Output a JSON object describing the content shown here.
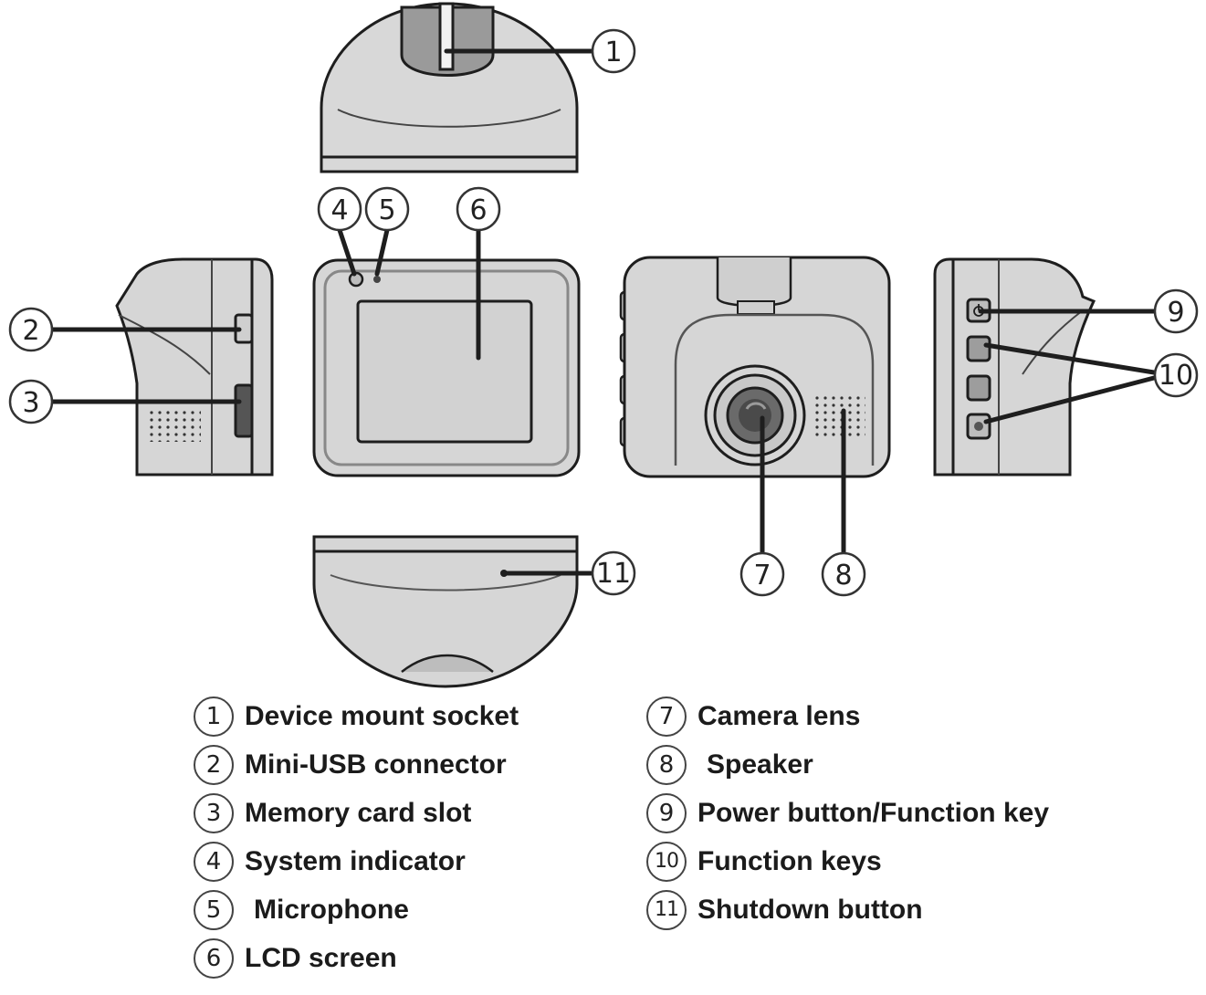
{
  "callouts": [
    "1",
    "2",
    "3",
    "4",
    "5",
    "6",
    "7",
    "8",
    "9",
    "10",
    "11"
  ],
  "legend": {
    "left": [
      {
        "num": "1",
        "label": "Device mount socket"
      },
      {
        "num": "2",
        "label": "Mini-USB connector"
      },
      {
        "num": "3",
        "label": "Memory card slot"
      },
      {
        "num": "4",
        "label": "System indicator"
      },
      {
        "num": "5",
        "label": "Microphone"
      },
      {
        "num": "6",
        "label": "LCD screen"
      }
    ],
    "right": [
      {
        "num": "7",
        "label": "Camera lens"
      },
      {
        "num": "8",
        "label": "Speaker"
      },
      {
        "num": "9",
        "label": "Power button/Function key"
      },
      {
        "num": "10",
        "label": "Function keys"
      },
      {
        "num": "11",
        "label": "Shutdown button"
      }
    ]
  },
  "colors": {
    "body": "#d6d6d6",
    "body_dark": "#b9b9b9",
    "outline": "#1e1e1e",
    "screen": "#d0d0d0"
  }
}
